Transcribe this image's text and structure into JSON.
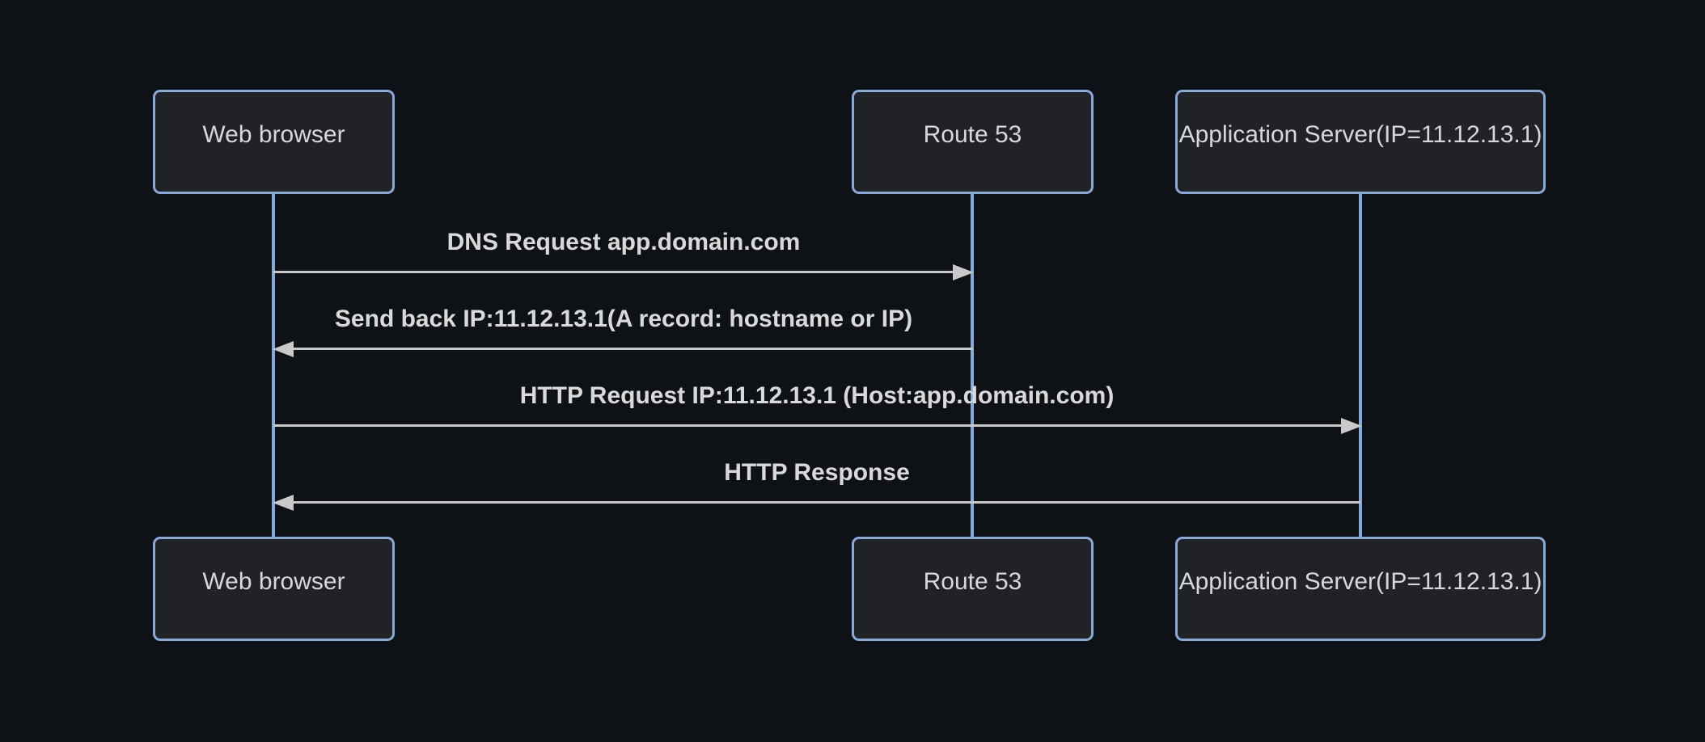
{
  "diagram": {
    "type": "sequence-diagram",
    "actors": [
      {
        "id": "web-browser",
        "label": "Web browser"
      },
      {
        "id": "route-53",
        "label": "Route 53"
      },
      {
        "id": "app-server",
        "label": "Application Server(IP=11.12.13.1)"
      }
    ],
    "messages": [
      {
        "from": "Web browser",
        "to": "Route 53",
        "direction": "right",
        "label": "DNS Request app.domain.com"
      },
      {
        "from": "Route 53",
        "to": "Web browser",
        "direction": "left",
        "label": "Send back IP:11.12.13.1(A record: hostname or IP)"
      },
      {
        "from": "Web browser",
        "to": "Application Server(IP=11.12.13.1)",
        "direction": "right",
        "label": "HTTP Request IP:11.12.13.1 (Host:app.domain.com)"
      },
      {
        "from": "Application Server(IP=11.12.13.1)",
        "to": "Web browser",
        "direction": "left",
        "label": "HTTP Response"
      }
    ],
    "colors": {
      "bg": "#0e1116",
      "actor_fill": "#202225",
      "actor_border": "#87abd8",
      "lifeline": "#87abd8",
      "signal": "#c9c9c9",
      "signal_text": "#d9d9d9",
      "actor_text": "#d6d7d9"
    }
  }
}
